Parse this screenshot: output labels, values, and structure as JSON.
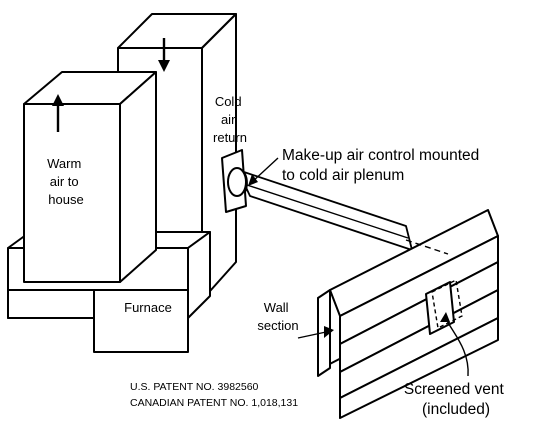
{
  "labels": {
    "warm_air": [
      "Warm",
      "air to",
      "house"
    ],
    "cold_air": [
      "Cold",
      "air",
      "return"
    ],
    "furnace": "Furnace",
    "control": [
      "Make-up air control mounted",
      "to cold air plenum"
    ],
    "wall": [
      "Wall",
      "section"
    ],
    "vent": [
      "Screened vent",
      "(included)"
    ],
    "patent_us": "U.S. PATENT NO. 3982560",
    "patent_ca": "CANADIAN PATENT NO. 1,018,131"
  }
}
